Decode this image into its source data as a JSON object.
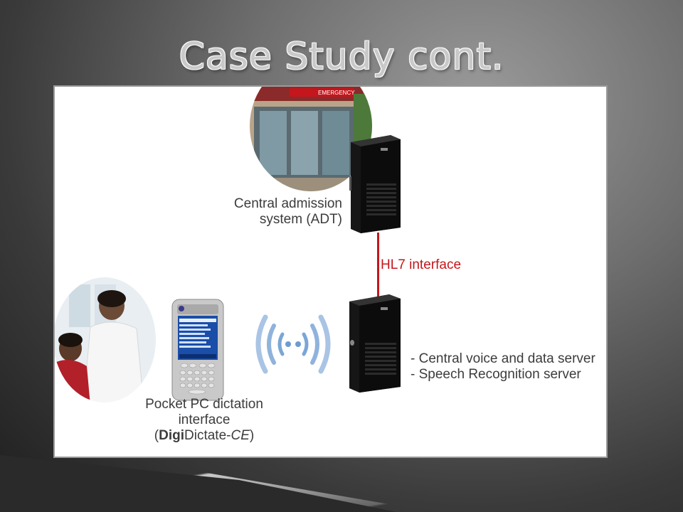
{
  "slide": {
    "title": "Case Study cont."
  },
  "diagram": {
    "adt_label_line1": "Central admission",
    "adt_label_line2": "system (ADT)",
    "interface_label": "HL7 interface",
    "server_label_line1": "- Central voice and data server",
    "server_label_line2": "- Speech Recognition server",
    "pda_label_line1": "Pocket PC dictation",
    "pda_label_line2": "interface",
    "pda_label_bold": "Digi",
    "pda_label_normal": "Dictate-",
    "pda_label_italic": "CE",
    "emergency_sign": "EMERGENCY",
    "accent_color": "#c4161c"
  }
}
